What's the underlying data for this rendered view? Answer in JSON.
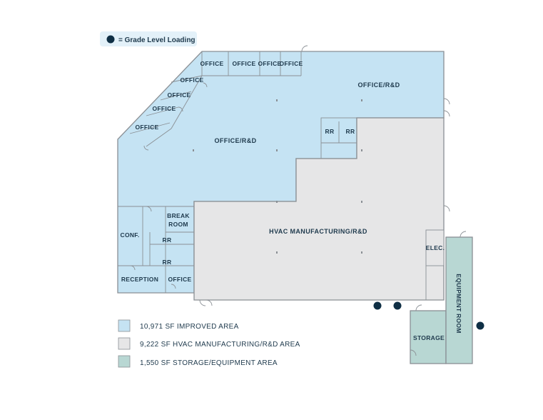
{
  "key": {
    "text": "= Grade Level Loading"
  },
  "rooms": {
    "office_1": "OFFICE",
    "office_2": "OFFICE",
    "office_3": "OFFICE",
    "office_4": "OFFICE",
    "office_5": "OFFICE",
    "office_6": "OFFICE",
    "office_7": "OFFICE",
    "office_8": "OFFICE",
    "office_rd_1": "OFFICE/R&D",
    "office_rd_2": "OFFICE/R&D",
    "rr_1": "RR",
    "rr_2": "RR",
    "rr_3": "RR",
    "rr_4": "RR",
    "break_room_1": "BREAK",
    "break_room_2": "ROOM",
    "conf": "CONF.",
    "reception": "RECEPTION",
    "office_9": "OFFICE",
    "hvac": "HVAC MANUFACTURING/R&D",
    "elec": "ELEC.",
    "storage": "STORAGE",
    "equipment_room": "EQUIPMENT ROOM"
  },
  "legend": [
    {
      "label": "10,971 SF IMPROVED AREA",
      "color": "#c5e3f3"
    },
    {
      "label": "9,222 SF HVAC MANUFACTURING/R&D AREA",
      "color": "#e6e6e7"
    },
    {
      "label": "1,550 SF STORAGE/EQUIPMENT AREA",
      "color": "#b8d7d3"
    }
  ],
  "colors": {
    "improved": "#c5e3f3",
    "hvac": "#e6e6e7",
    "storage": "#b8d7d3",
    "loading_dot": "#0f2f45",
    "key_bg": "#e3f1f9"
  }
}
